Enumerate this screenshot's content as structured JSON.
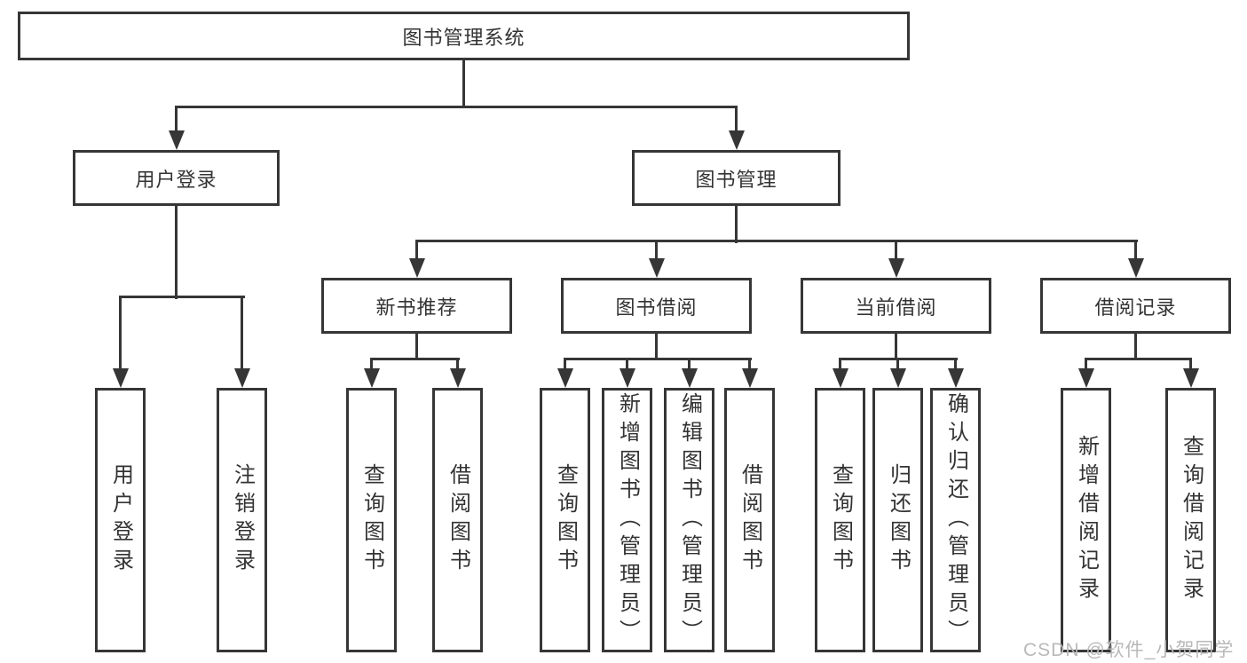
{
  "diagram": {
    "type": "tree",
    "direction": "top-down",
    "root": {
      "label": "图书管理系统",
      "children": [
        {
          "label": "用户登录",
          "children": [
            {
              "label": "用户登录"
            },
            {
              "label": "注销登录"
            }
          ]
        },
        {
          "label": "图书管理",
          "children": [
            {
              "label": "新书推荐",
              "children": [
                {
                  "label": "查询图书"
                },
                {
                  "label": "借阅图书"
                }
              ]
            },
            {
              "label": "图书借阅",
              "children": [
                {
                  "label": "查询图书"
                },
                {
                  "label": "新增图书（管理员）"
                },
                {
                  "label": "编辑图书（管理员）"
                },
                {
                  "label": "借阅图书"
                }
              ]
            },
            {
              "label": "当前借阅",
              "children": [
                {
                  "label": "查询图书"
                },
                {
                  "label": "归还图书"
                },
                {
                  "label": "确认归还（管理员）"
                }
              ]
            },
            {
              "label": "借阅记录",
              "children": [
                {
                  "label": "新增借阅记录"
                },
                {
                  "label": "查询借阅记录"
                }
              ]
            }
          ]
        }
      ]
    }
  },
  "watermark": {
    "text": "CSDN @软件_小贺同学"
  },
  "colors": {
    "line": "#363636",
    "text": "#333333",
    "background": "#ffffff",
    "watermark": "#b9b9b9"
  }
}
